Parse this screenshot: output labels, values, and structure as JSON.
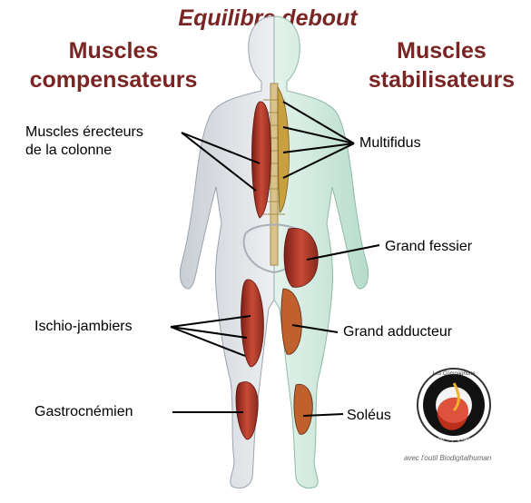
{
  "title": "Equilibre debout",
  "left_heading": [
    "Muscles",
    "compensateurs"
  ],
  "right_heading": [
    "Muscles",
    "stabilisateurs"
  ],
  "labels": {
    "erector": [
      "Muscles érecteurs",
      "de la colonne"
    ],
    "multifidus": "Multifidus",
    "gluteus": "Grand fessier",
    "hamstrings": "Ischio-jambiers",
    "adductor": "Grand adducteur",
    "gastrocnemius": "Gastrocnémien",
    "soleus": "Soléus"
  },
  "logo": {
    "top_text": "Les Compagnons",
    "bottom_text": "du Taiji Quan"
  },
  "credit": "avec l'outil Biodigitalhuman",
  "colors": {
    "heading": "#7a2424",
    "muscle": "#b83a2a",
    "skeleton_left": "#d8dde3",
    "skeleton_right": "#cfe8dc"
  }
}
